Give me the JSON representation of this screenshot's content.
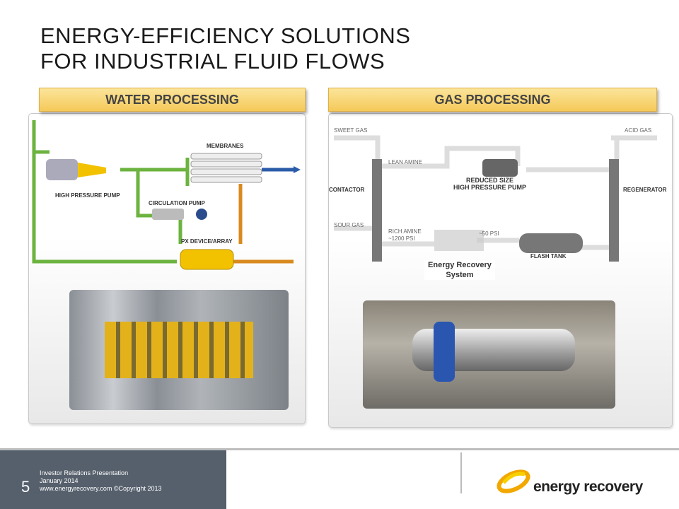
{
  "title": {
    "line1": "ENERGY-EFFICIENCY SOLUTIONS",
    "line2": "FOR INDUSTRIAL FLUID FLOWS"
  },
  "water": {
    "header": "WATER PROCESSING",
    "labels": {
      "membranes": "MEMBRANES",
      "hp_pump": "HIGH PRESSURE PUMP",
      "circ_pump": "CIRCULATION PUMP",
      "px": "PX DEVICE/ARRAY"
    }
  },
  "gas": {
    "header": "GAS PROCESSING",
    "labels": {
      "sweet_gas": "SWEET GAS",
      "acid_gas": "ACID GAS",
      "lean_amine": "LEAN AMINE",
      "reduced_1": "REDUCED SIZE",
      "reduced_2": "HIGH PRESSURE PUMP",
      "contactor": "CONTACTOR",
      "regenerator": "REGENERATOR",
      "sour_gas": "SOUR GAS",
      "rich_amine": "RICH AMINE",
      "psi1200": "~1200 PSI",
      "psi50": "~50 PSI",
      "flash_tank": "FLASH TANK",
      "ers_1": "Energy Recovery",
      "ers_2": "System"
    }
  },
  "footer": {
    "page": "5",
    "line1": "Investor Relations Presentation",
    "line2": "January 2014",
    "line3": "www.energyrecovery.com  ©Copyright 2013",
    "logo_text": "energy recovery"
  },
  "colors": {
    "footer_bg": "#56606c",
    "header_gold": "#f5c95a",
    "pipe_green": "#6cb33f",
    "pipe_blue": "#2b5ca8",
    "pipe_orange": "#d98a1e"
  }
}
